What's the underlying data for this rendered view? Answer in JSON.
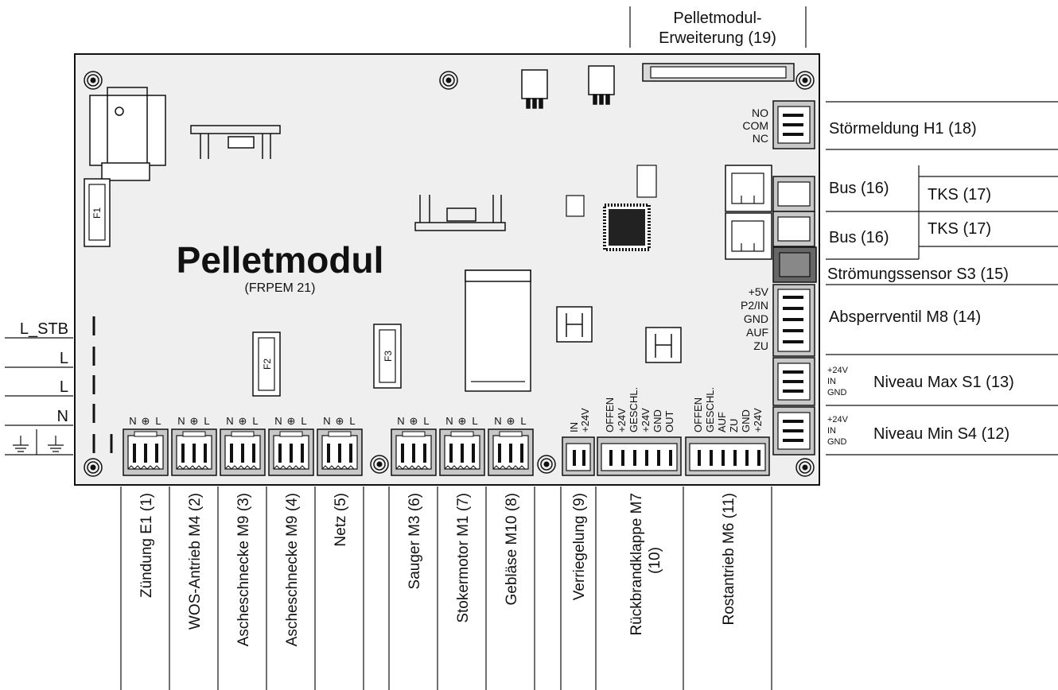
{
  "board": {
    "title": "Pelletmodul",
    "subtitle": "(FRPEM 21)",
    "fuses": [
      "F1",
      "F2",
      "F3"
    ]
  },
  "top_connector": {
    "line1": "Pelletmodul-",
    "line2": "Erweiterung (19)"
  },
  "left_terminals": [
    "L_STB",
    "L",
    "L",
    "N"
  ],
  "bottom_connectors": [
    {
      "label": "Zündung E1 (1)",
      "pins": [
        "N",
        "⊕",
        "L"
      ]
    },
    {
      "label": "WOS-Antrieb M4 (2)",
      "pins": [
        "N",
        "⊕",
        "L"
      ]
    },
    {
      "label": "Ascheschnecke M9 (3)",
      "pins": [
        "N",
        "⊕",
        "L"
      ]
    },
    {
      "label": "Ascheschnecke M9 (4)",
      "pins": [
        "N",
        "⊕",
        "L"
      ]
    },
    {
      "label": "Netz (5)",
      "pins": [
        "N",
        "⊕",
        "L"
      ]
    },
    {
      "label": "Sauger M3 (6)",
      "pins": [
        "N",
        "⊕",
        "L"
      ]
    },
    {
      "label": "Stokermotor M1 (7)",
      "pins": [
        "N",
        "⊕",
        "L"
      ]
    },
    {
      "label": "Gebläse M10 (8)",
      "pins": [
        "N",
        "⊕",
        "L"
      ]
    },
    {
      "label": "Verriegelung (9)",
      "pins": [
        "IN",
        "+24V"
      ]
    },
    {
      "label": "Rückbrandklappe M7",
      "label2": "(10)",
      "pins": [
        "OFFEN",
        "+24V",
        "GESCHL.",
        "+24V",
        "GND",
        "OUT"
      ]
    },
    {
      "label": "Rostantrieb M6 (11)",
      "pins": [
        "OFFEN",
        "GESCHL.",
        "AUF",
        "ZU",
        "GND",
        "+24V"
      ]
    }
  ],
  "right_connectors": {
    "stoermeldung": {
      "label": "Störmeldung H1 (18)",
      "pins": [
        "NO",
        "COM",
        "NC"
      ]
    },
    "bus1": {
      "bus": "Bus (16)",
      "tks": "TKS (17)"
    },
    "bus2": {
      "bus": "Bus (16)",
      "tks": "TKS (17)"
    },
    "stroemung": {
      "label": "Strömungssensor S3 (15)"
    },
    "absperr": {
      "label": "Absperrventil M8 (14)",
      "pins": [
        "+5V",
        "P2/IN",
        "GND",
        "AUF",
        "ZU"
      ]
    },
    "niveau_max": {
      "label": "Niveau Max S1 (13)",
      "pins": [
        "+24V",
        "IN",
        "GND"
      ]
    },
    "niveau_min": {
      "label": "Niveau Min S4 (12)",
      "pins": [
        "+24V",
        "IN",
        "GND"
      ]
    }
  }
}
